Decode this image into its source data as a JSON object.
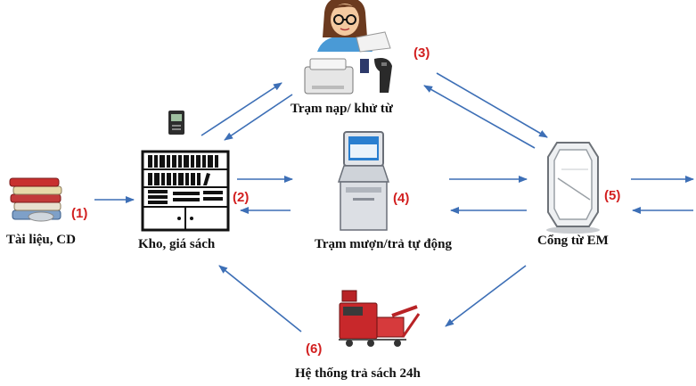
{
  "nodes": {
    "documents": {
      "label": "Tài liệu, CD",
      "number": "(1)"
    },
    "shelf": {
      "label": "Kho, giá sách",
      "number": "(2)"
    },
    "programming_station": {
      "label": "Trạm nạp/ khử từ",
      "number": "(3)"
    },
    "kiosk": {
      "label": "Trạm mượn/trả tự động",
      "number": "(4)"
    },
    "em_gate": {
      "label": "Cổng từ EM",
      "number": "(5)"
    },
    "return_system": {
      "label": "Hệ thống trả sách 24h",
      "number": "(6)"
    }
  },
  "colors": {
    "arrow": "#3d6fb6",
    "number": "#d21f1f"
  }
}
